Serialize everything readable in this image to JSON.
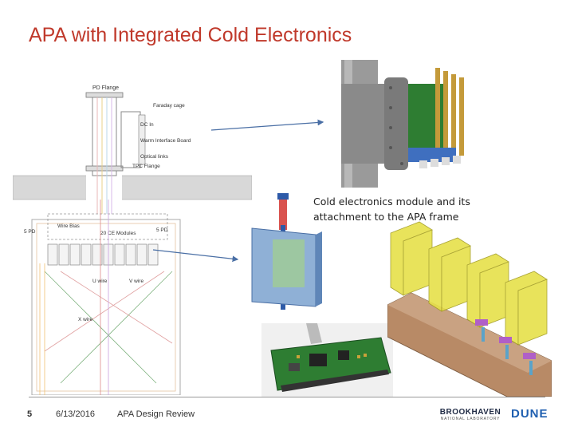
{
  "slide": {
    "title": "APA with Integrated Cold Electronics",
    "caption": "Cold electronics module and its attachment to the APA frame"
  },
  "diagram": {
    "pd_flange": "PD Flange",
    "faraday_cage": "Faraday cage",
    "dc_in": "DC In",
    "warm_interface_board": "Warm Interface Board",
    "optical_links": "Optical links",
    "tpc_flange": "TPC Flange",
    "wire_bias": "Wire Bias",
    "ce_modules": "20 CE Modules",
    "pd_left": "5 PD",
    "pd_right": "5 PD",
    "u_wire": "U wire",
    "v_wire": "V wire",
    "x_wire": "X wire"
  },
  "footer": {
    "slide_number": "5",
    "date": "6/13/2016",
    "review_name": "APA Design Review",
    "logo_brookhaven": "BROOKHAVEN",
    "logo_brookhaven_sub": "NATIONAL LABORATORY",
    "logo_dune": "DUNE"
  },
  "colors": {
    "title": "#c0392b",
    "arrow": "#4a6fa5",
    "pcb_green": "#2e7d32",
    "module_yellow": "#e6e04a"
  }
}
